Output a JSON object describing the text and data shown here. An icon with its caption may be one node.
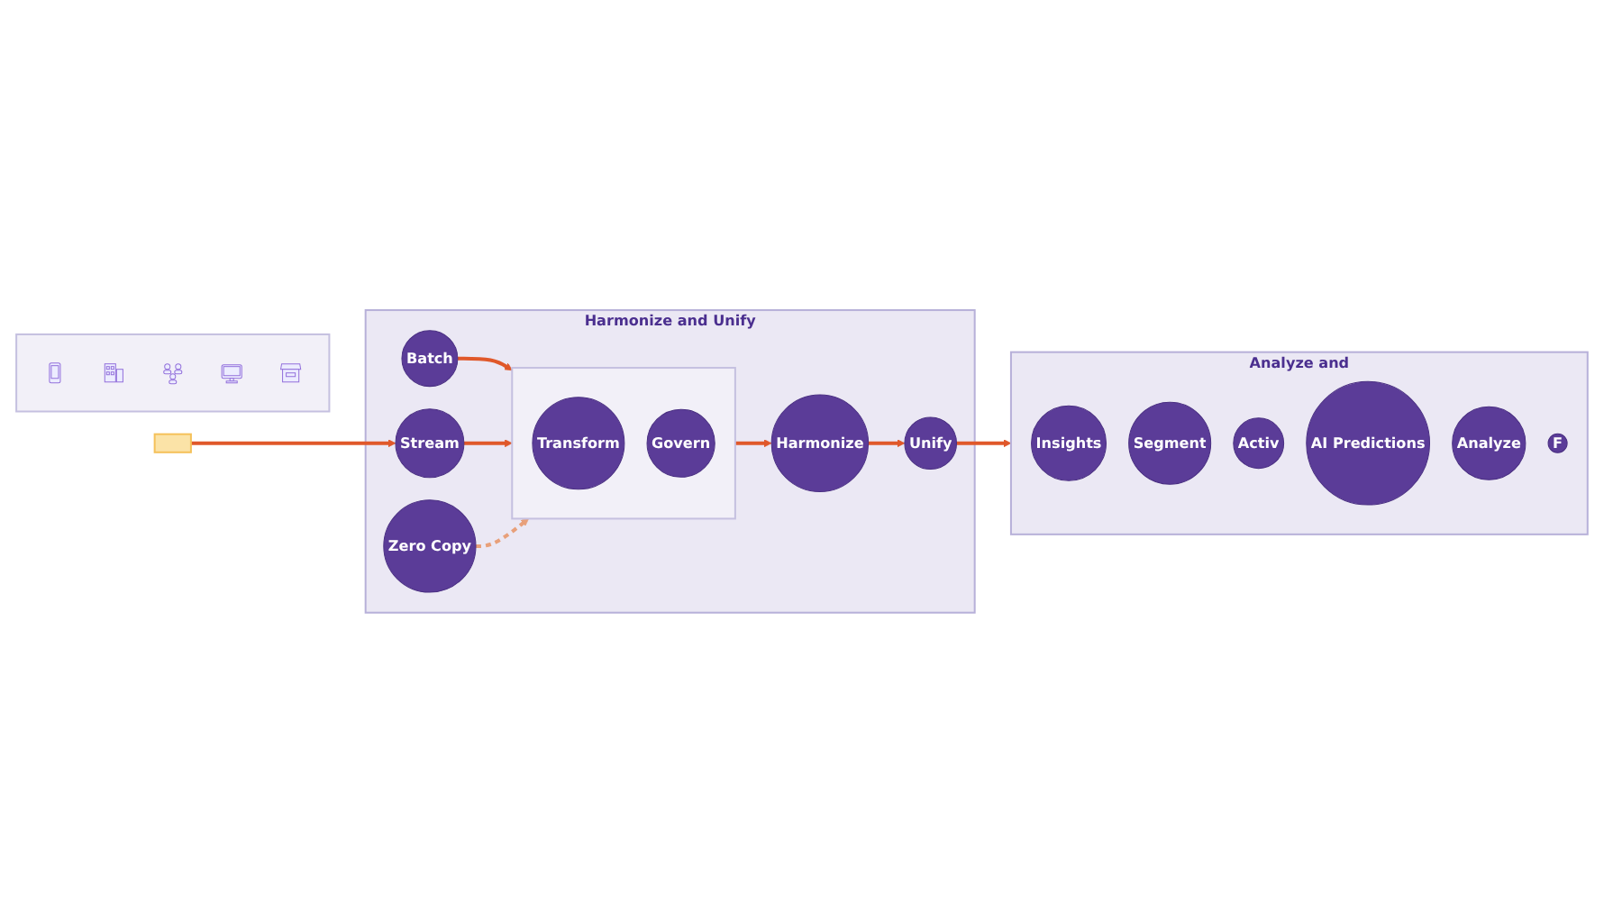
{
  "diagram": {
    "nodes": [
      {
        "text": [],
        "shape": "box"
      },
      {
        "text": [
          "Harmonize and Unify"
        ]
      },
      {
        "text": [
          "Batch"
        ],
        "in": 1
      },
      {
        "text": [
          "Stream"
        ],
        "in": 1
      },
      {
        "text": [
          "Zero Copy"
        ],
        "in": 1
      },
      {
        "text": [],
        "shape": "box",
        "in": 1
      },
      {
        "text": [
          "Transform"
        ],
        "in": 5
      },
      {
        "text": [
          "Govern"
        ],
        "in": 5
      },
      {
        "text": [
          "Harmonize"
        ],
        "in": 1
      },
      {
        "text": [
          "Unify"
        ],
        "in": 1
      },
      {
        "text": [
          "Analyze and"
        ]
      },
      {
        "text": [
          "Insights"
        ],
        "in": 10
      },
      {
        "text": [
          "Segment"
        ],
        "in": 10
      },
      {
        "text": [
          "Activ"
        ],
        "in": 10
      },
      {
        "text": [
          "AI Predictions"
        ],
        "in": 10
      },
      {
        "text": [
          "Analyze"
        ],
        "in": 10
      },
      {
        "text": [
          "F"
        ],
        "in": 10
      },
      {
        "text": [],
        "shape": "box"
      },
      {
        "text": [],
        "shape": "picture",
        "in": 17
      },
      {
        "text": [],
        "shape": "picture",
        "in": 17
      },
      {
        "text": [],
        "shape": "picture",
        "in": 17
      },
      {
        "text": [],
        "shape": "picture",
        "in": 17
      },
      {
        "text": [],
        "shape": "picture",
        "in": 17
      }
    ],
    "edges": [
      {
        "from": 0,
        "to": 3,
        "arrow": "to"
      },
      {
        "from": 2,
        "to": 5,
        "arrow": "to"
      },
      {
        "from": 3,
        "to": 5,
        "arrow": "to"
      },
      {
        "from": 4,
        "to": 5,
        "arrow": "to",
        "style": "dashed",
        "color": "#e8a07a"
      },
      {
        "from": 5,
        "to": 8,
        "arrow": "to"
      },
      {
        "from": 8,
        "to": 9,
        "arrow": "to"
      },
      {
        "from": 9,
        "to": 10,
        "arrow": "to"
      }
    ]
  }
}
